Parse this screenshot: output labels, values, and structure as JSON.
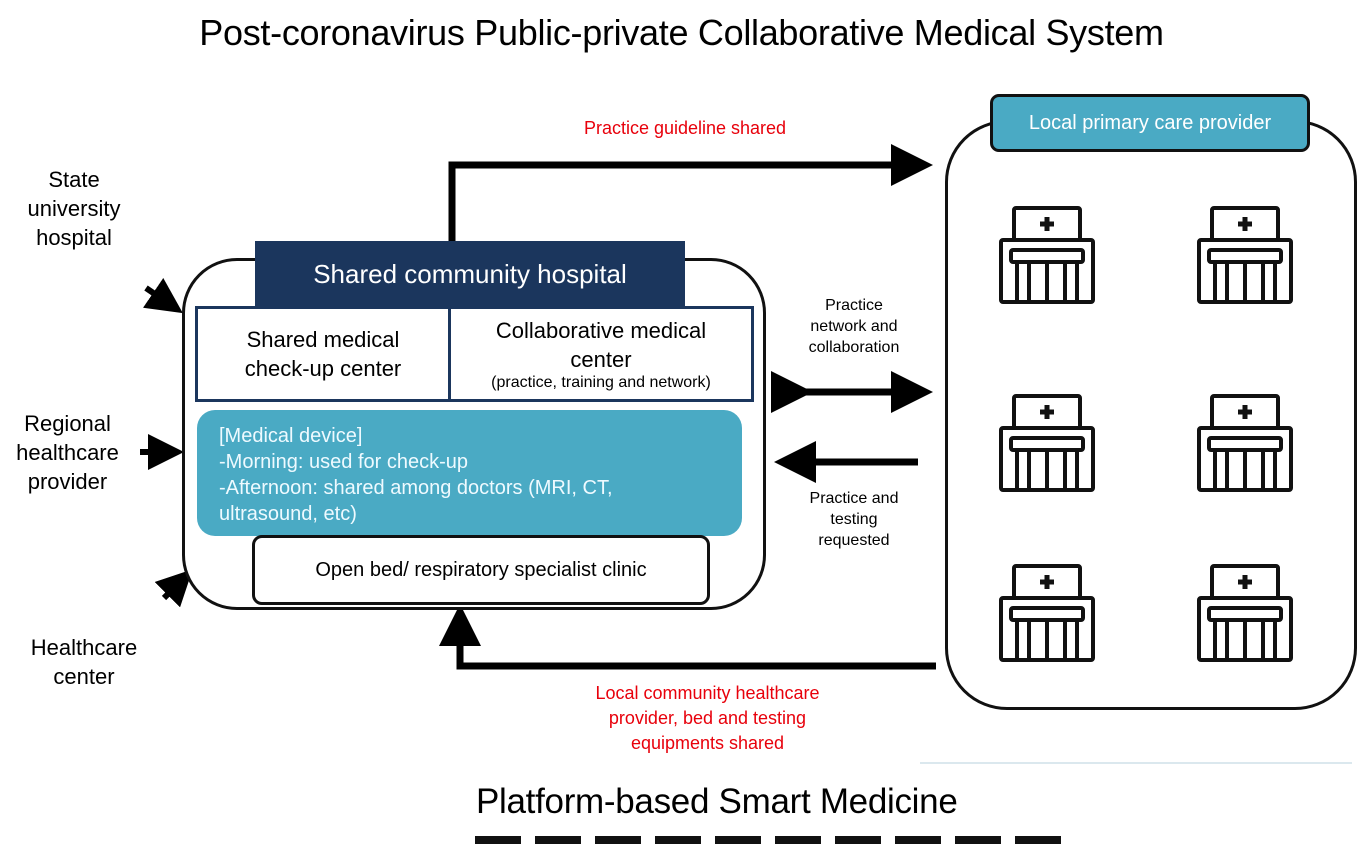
{
  "title": "Post-coronavirus Public-private Collaborative Medical System",
  "subtitle": "Platform-based Smart Medicine",
  "inputs": {
    "state_university_hospital": "State university hospital",
    "regional_healthcare_provider": "Regional healthcare provider",
    "healthcare_center": "Healthcare center"
  },
  "shared_hospital": {
    "header": "Shared community hospital",
    "checkup_center": "Shared medical check-up center",
    "collab_center": "Collaborative medical center",
    "collab_center_sub": "(practice, training and network)",
    "device_lines": [
      "[Medical device]",
      "-Morning: used for check-up",
      "-Afternoon: shared among doctors (MRI, CT,",
      "ultrasound, etc)"
    ],
    "clinic": "Open bed/ respiratory specialist clinic"
  },
  "local_primary": {
    "header": "Local primary care provider",
    "icons": [
      "hospital-building-icon",
      "hospital-building-icon",
      "hospital-building-icon",
      "hospital-building-icon",
      "hospital-building-icon",
      "hospital-building-icon"
    ]
  },
  "flows": {
    "guideline_shared": "Practice guideline shared",
    "network_collab": "Practice network and collaboration",
    "testing_requested": "Practice and testing requested",
    "community_shared": "Local community healthcare provider, bed and testing equipments shared"
  },
  "colors": {
    "navy": "#1b365d",
    "teal": "#4aaac4",
    "red": "#e8000b"
  }
}
